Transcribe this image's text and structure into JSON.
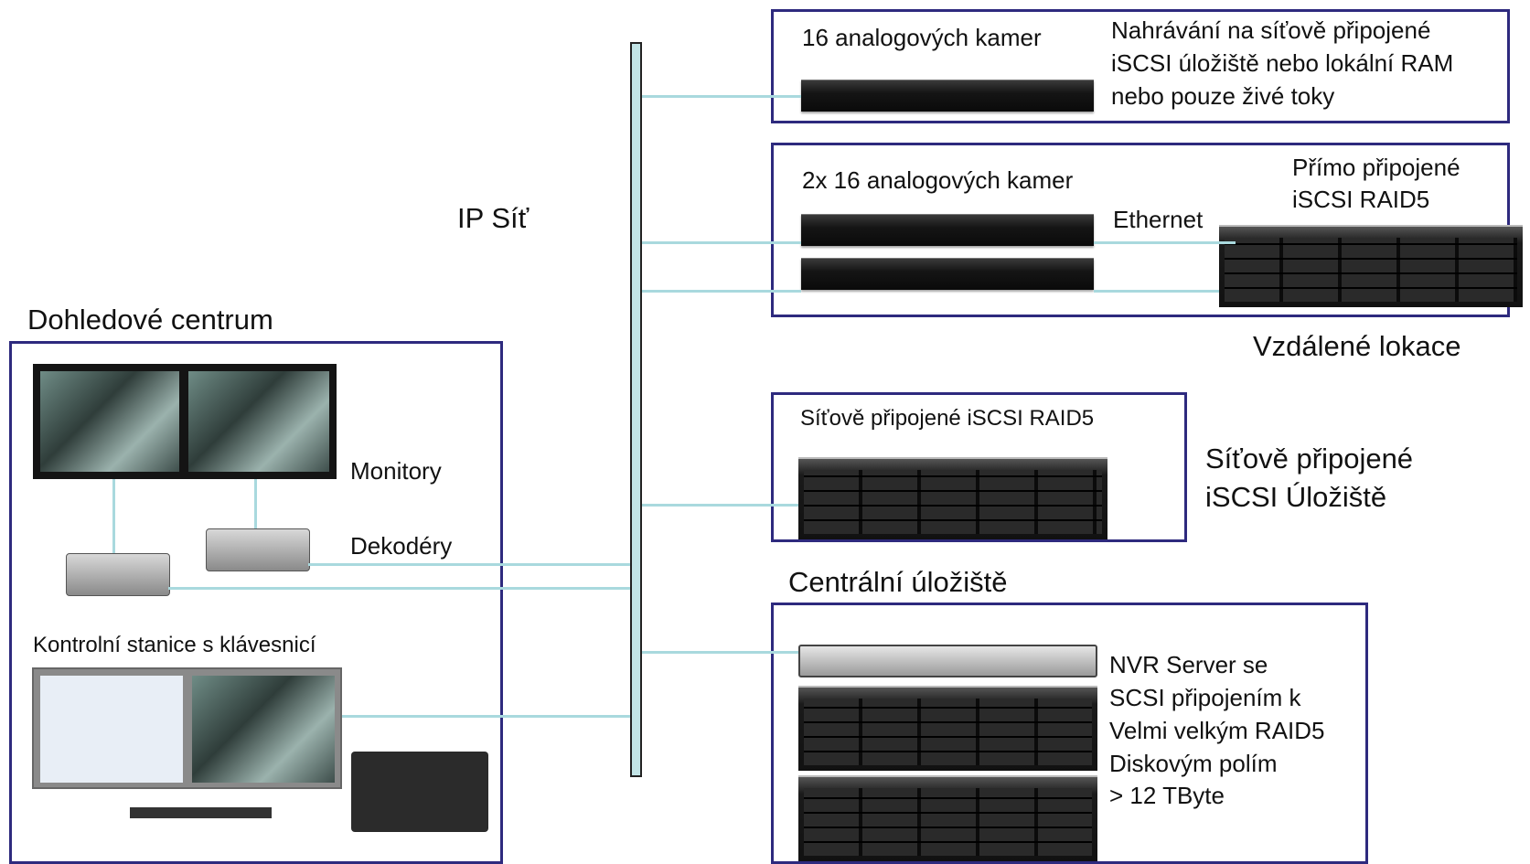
{
  "network": {
    "label": "IP Síť"
  },
  "remote": {
    "site1": {
      "camera_label": "16 analogových kamer",
      "recording_text": [
        "Nahrávání na síťově připojené",
        "iSCSI úložiště nebo lokální RAM",
        "nebo pouze živé toky"
      ]
    },
    "site2": {
      "camera_label": "2x 16 analogových kamer",
      "ethernet_label": "Ethernet",
      "raid_label": [
        "Přímo připojené",
        "iSCSI RAID5"
      ]
    },
    "caption": "Vzdálené lokace"
  },
  "storage": {
    "box_label": "Síťově připojené iSCSI RAID5",
    "caption": [
      "Síťově připojené",
      "iSCSI Úložiště"
    ]
  },
  "central": {
    "title": "Centrální úložiště",
    "description": [
      "NVR Server se",
      "SCSI připojením k",
      "Velmi velkým RAID5",
      "Diskovým polím",
      "> 12 TByte"
    ]
  },
  "monitoring": {
    "title": "Dohledové centrum",
    "monitors_label": "Monitory",
    "decoders_label": "Dekodéry",
    "workstation_label": "Kontrolní stanice s klávesnicí"
  },
  "colors": {
    "box_border": "#2e2a7e",
    "link": "#a9d9de",
    "backbone": "#c2e4e6"
  }
}
